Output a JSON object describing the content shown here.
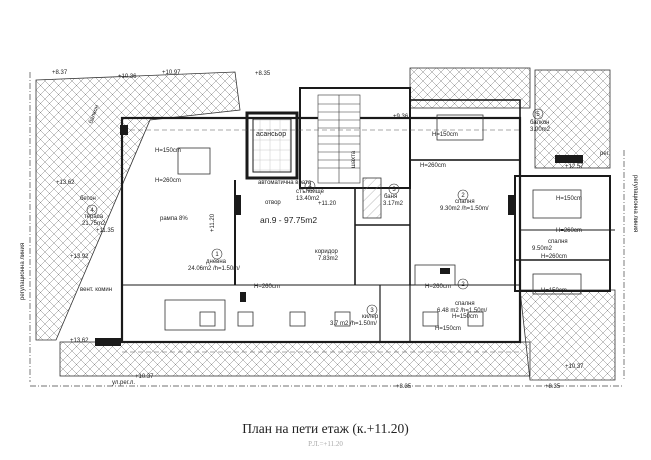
{
  "title": "План на пети етаж (к.+11.20)",
  "subtitle": "Р.Л.=+11.20",
  "rooms": {
    "elevator": "асансьор",
    "gates": "автоматична врата",
    "stairwell": "стълбище",
    "stairwell_area": "13.40m2",
    "apartment": "ап.9 - 97.75m2",
    "living": "дневна",
    "living_area": "24.06m2 /h=1.50m/",
    "terrace": "тераса",
    "terrace_area": "21.75m2",
    "bedroom1": "спалня",
    "bedroom1_area": "9.30m2 /h=1.50m/",
    "bedroom2": "спалня",
    "bedroom2_area": "9.50m2",
    "bedroom3": "спалня",
    "bedroom3_area": "6.48 m2 /h=1.50m/",
    "bath": "баня",
    "bath_area": "3.17m2",
    "corridor": "коридор",
    "corridor_area": "7.83m2",
    "closet": "килер",
    "closet_area": "3.7 m2 /h=1.50m/",
    "balcony": "балкон",
    "balcony_area": "3.00m2",
    "balcony_side": "балкон",
    "ramp": "рампа 8%",
    "shaft": "шахта",
    "vent": "вент. комин",
    "vent_top": "бетон",
    "reg_line_left": "регулационна линия",
    "reg_line_right": "регулационна линия",
    "ud_reg": "ул.рег.л.",
    "ph_label": "рег.",
    "opening": "отвор"
  },
  "levels": {
    "l1": "+8.37",
    "l2": "+10.36",
    "l3": "+10.97",
    "l4": "+8.35",
    "l5": "+9.36",
    "l6": "+12.57",
    "l7": "+13.62",
    "l8": "+11.35",
    "l9": "+13.92",
    "l10": "+11.20",
    "l11": "+13.62",
    "l12": "+10.37",
    "l13": "+8.35",
    "l14": "+10.37",
    "l15": "+8.35",
    "l16": "+11.20"
  },
  "heights": {
    "h1": "H=150cm",
    "h2": "H=260cm",
    "h3": "H=260cm",
    "h4": "H=150cm",
    "h5": "H=260cm",
    "h6": "H=150cm",
    "h7": "H=260cm",
    "h8": "H=260cm",
    "h9": "H=150cm",
    "h10": "H=150cm",
    "h11": "H=260cm",
    "h12": "H=150cm"
  },
  "room_numbers": [
    "1",
    "2",
    "3",
    "4",
    "5",
    "2",
    "3",
    "4"
  ],
  "accent_colors": {
    "walls": "#1a1a1a",
    "hatch": "#7a7a7a",
    "level_marker": "#111111"
  }
}
